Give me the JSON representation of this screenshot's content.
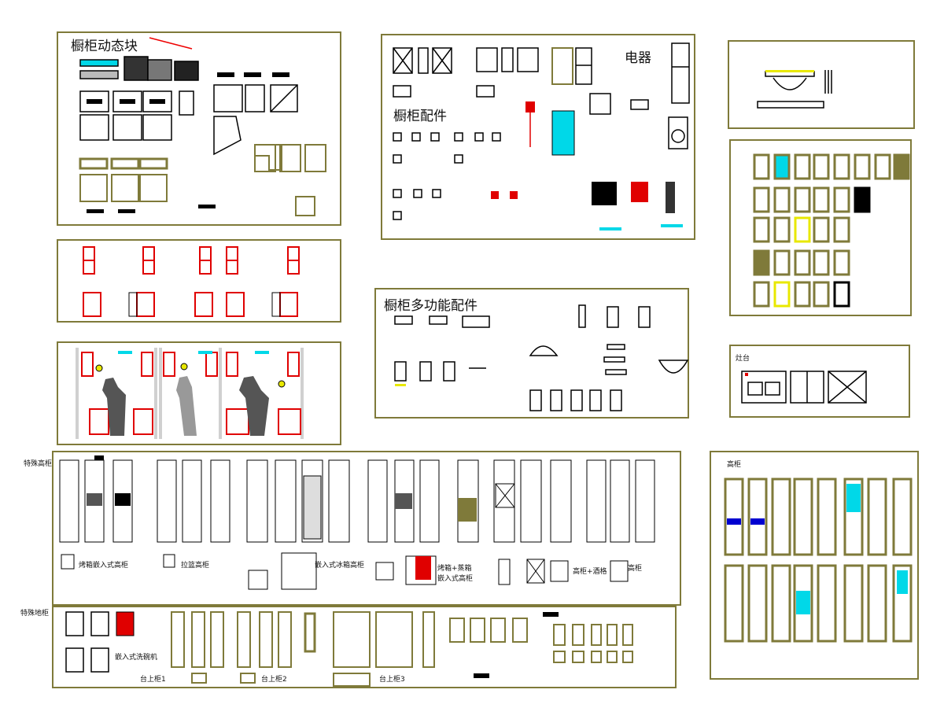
{
  "panels": {
    "dynamic_blocks": {
      "title": "橱柜动态块"
    },
    "accessories": {
      "title": "橱柜配件",
      "appliances_label": "电器"
    },
    "multi_function": {
      "title": "橱柜多功能配件"
    },
    "countertop": {
      "title": "灶台"
    },
    "tall_cabinet_right": {
      "title": "高柜"
    },
    "special_tall": {
      "title": "特殊高柜",
      "labels": [
        "烤箱嵌入式高柜",
        "拉篮高柜",
        "嵌入式冰箱高柜",
        "烤箱+蒸箱\n嵌入式高柜",
        "高柜+酒格",
        "高柜"
      ]
    },
    "special_base": {
      "title": "特殊地柜",
      "labels": [
        "嵌入式洗碗机",
        "台上柜1",
        "台上柜2",
        "台上柜3"
      ]
    }
  },
  "colors": {
    "frame": "#7f7a3a",
    "door_olive": "#8b8b1a",
    "door_yellow": "#e8e800",
    "accent_red": "#e00000",
    "accent_cyan": "#00d8e8",
    "silhouette": "#555555"
  }
}
